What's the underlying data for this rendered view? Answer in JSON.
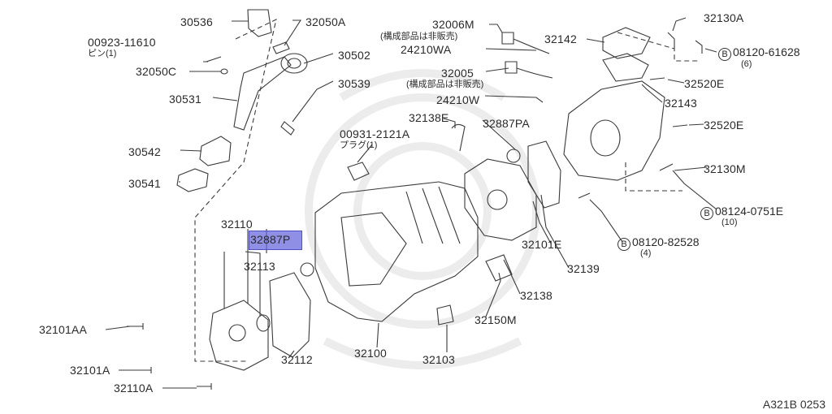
{
  "diagram_code": "A321B 0253",
  "labels": {
    "p30536": "30536",
    "p32050A": "32050A",
    "p00923": "00923-11610",
    "p00923_sub": "ピン(1)",
    "p32050C": "32050C",
    "p30502": "30502",
    "p30531": "30531",
    "p30539": "30539",
    "p30542": "30542",
    "p30541": "30541",
    "p32006M": "32006M",
    "p32006M_sub": "(構成部品は非販売)",
    "p24210WA": "24210WA",
    "p32005": "32005",
    "p32005_sub": "(構成部品は非販売)",
    "p24210W": "24210W",
    "p32138E": "32138E",
    "p00931": "00931-2121A",
    "p00931_sub": "プラグ(1)",
    "p32887PA": "32887PA",
    "p32142": "32142",
    "p32143": "32143",
    "p32130A": "32130A",
    "p08120_61628": "08120-61628",
    "p08120_61628_qty": "(6)",
    "p32520E_1": "32520E",
    "p32520E_2": "32520E",
    "p32130M": "32130M",
    "p08124": "08124-0751E",
    "p08124_qty": "(10)",
    "p08120_82528": "08120-82528",
    "p08120_82528_qty": "(4)",
    "p32101E": "32101E",
    "p32139": "32139",
    "p32138": "32138",
    "p32150M": "32150M",
    "p32110": "32110",
    "p32887P": "32887P",
    "p32113": "32113",
    "p32101AA": "32101AA",
    "p32101A": "32101A",
    "p32110A": "32110A",
    "p32112": "32112",
    "p32100": "32100",
    "p32103": "32103",
    "bolt_mark": "B"
  },
  "colors": {
    "line": "#3a3a3a",
    "watermark": "#ececec",
    "highlight": "#6464dc"
  }
}
